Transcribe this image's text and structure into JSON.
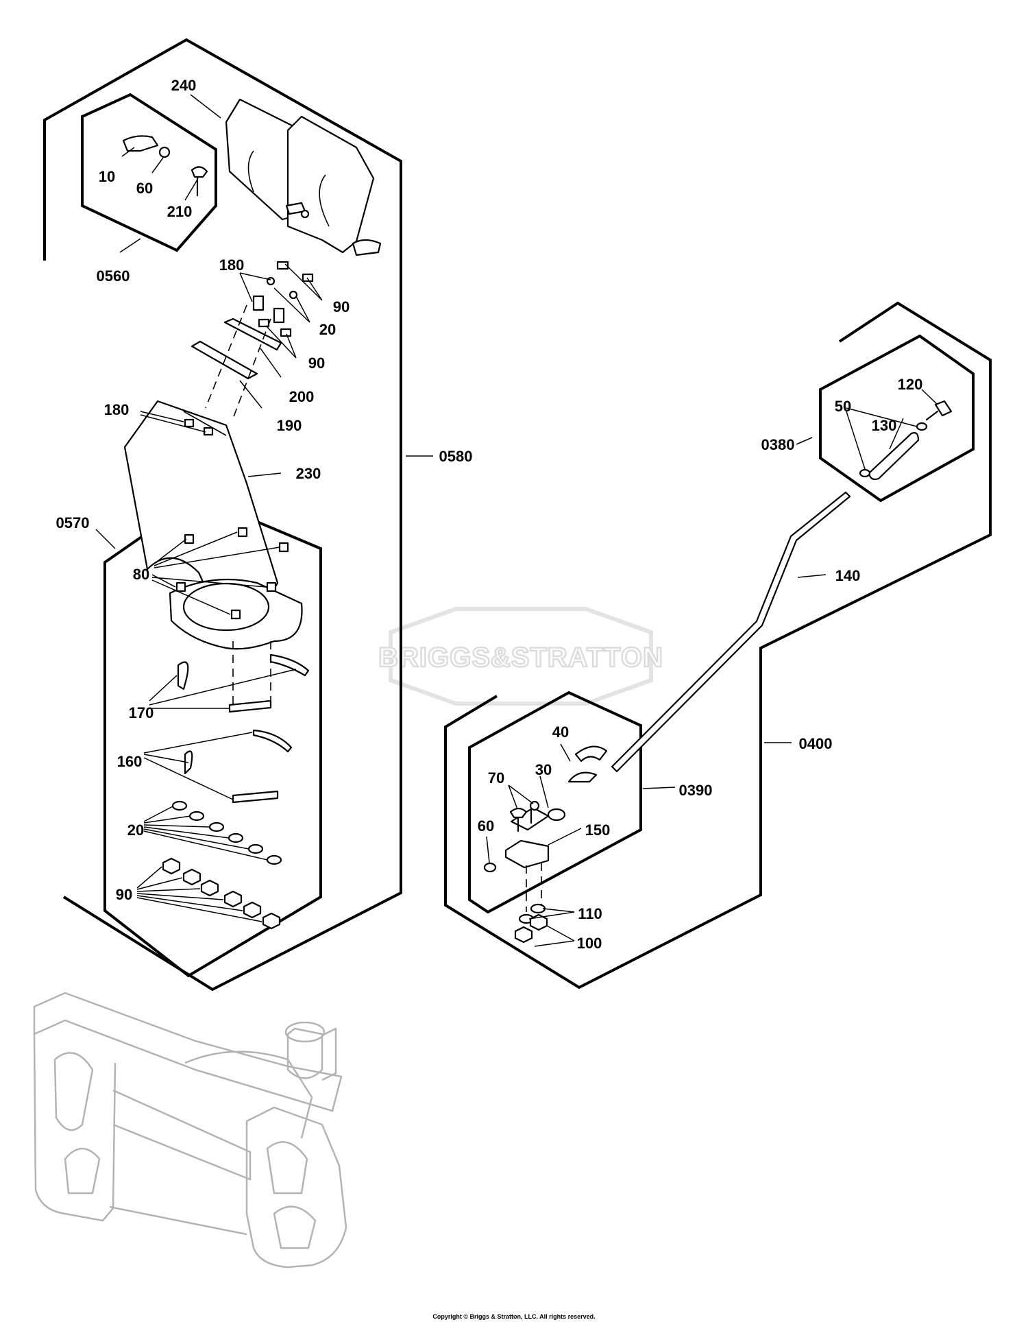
{
  "watermark": {
    "brand": "BRIGGS&STRATTON"
  },
  "copyright": "Copyright © Briggs & Stratton, LLC. All rights reserved.",
  "callouts": {
    "p240": "240",
    "p10": "10",
    "p60a": "60",
    "p210": "210",
    "a0560": "0560",
    "p180a": "180",
    "p90a": "90",
    "p20a": "20",
    "p90b": "90",
    "p200": "200",
    "p190": "190",
    "p180b": "180",
    "p230": "230",
    "a0580": "0580",
    "a0570": "0570",
    "p80": "80",
    "p170": "170",
    "p160": "160",
    "p20b": "20",
    "p90c": "90",
    "p120": "120",
    "p50": "50",
    "p130": "130",
    "a0380": "0380",
    "p140": "140",
    "p40": "40",
    "p70": "70",
    "p30": "30",
    "a0390": "0390",
    "a0400": "0400",
    "p60b": "60",
    "p150": "150",
    "p110": "110",
    "p100": "100"
  }
}
